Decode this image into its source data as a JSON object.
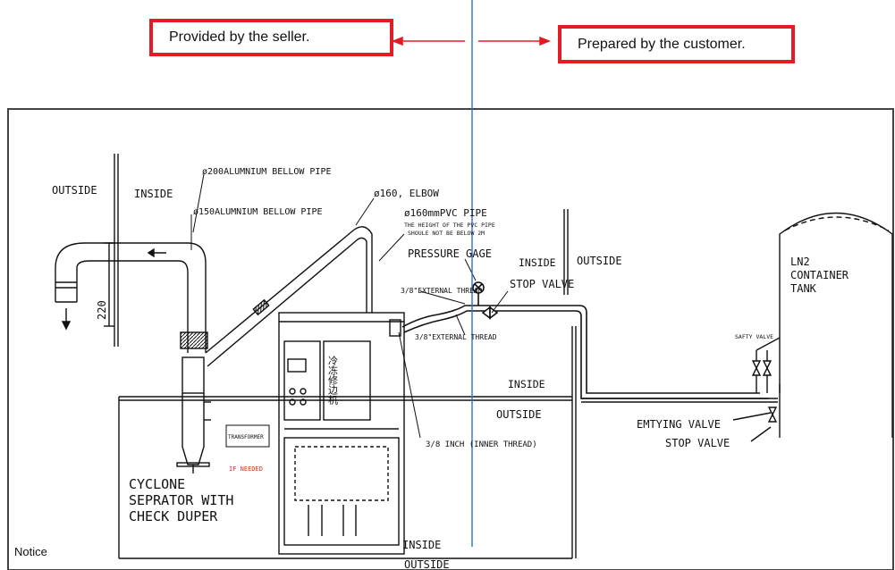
{
  "callouts": {
    "seller": "Provided by the seller.",
    "customer": "Prepared by the customer."
  },
  "labels": {
    "outside_left": "OUTSIDE",
    "inside_left": "INSIDE",
    "dia200": "ø200ALUMNIUM BELLOW PIPE",
    "dia150": "ø150ALUMNIUM BELLOW PIPE",
    "elbow": "ø160, ELBOW",
    "pvc": "ø160mmPVC PIPE",
    "pvc_note1": "THE HEIGHT OF THE PVC PIPE",
    "pvc_note2": "SHOULE NOT BE BELOW 2M",
    "pressure": "PRESSURE GAGE",
    "inside_mid": "INSIDE",
    "outside_mid": "OUTSIDE",
    "ext1": "3/8\"EXTERNAL THREAD",
    "stop1": "STOP VALVE",
    "ext2": "3/8\"EXTERNAL THREAD",
    "ln2_1": "LN2",
    "ln2_2": "CONTAINER",
    "ln2_3": "TANK",
    "safety": "SAFTY VALVE",
    "inside_r": "INSIDE",
    "outside_r": "OUTSIDE",
    "emptying": "EMTYING VALVE",
    "stop2": "STOP VALVE",
    "inner_thread": "3/8 INCH (INNER THREAD)",
    "dim220": "220",
    "transformer": "TRANSFORMER",
    "if_needed": "IF NEEDED",
    "cyc1": "CYCLONE",
    "cyc2": "SEPRATOR WITH",
    "cyc3": "CHECK DUPER",
    "inside_bottom": "INSIDE",
    "outside_bottom": "OUTSIDE",
    "machine_cn": "冷冻修边机",
    "notice": "Notice"
  },
  "colors": {
    "callout_border": "#e31b23",
    "arrow": "#e31b23",
    "divider": "#2f6fd0",
    "line": "#111111"
  }
}
